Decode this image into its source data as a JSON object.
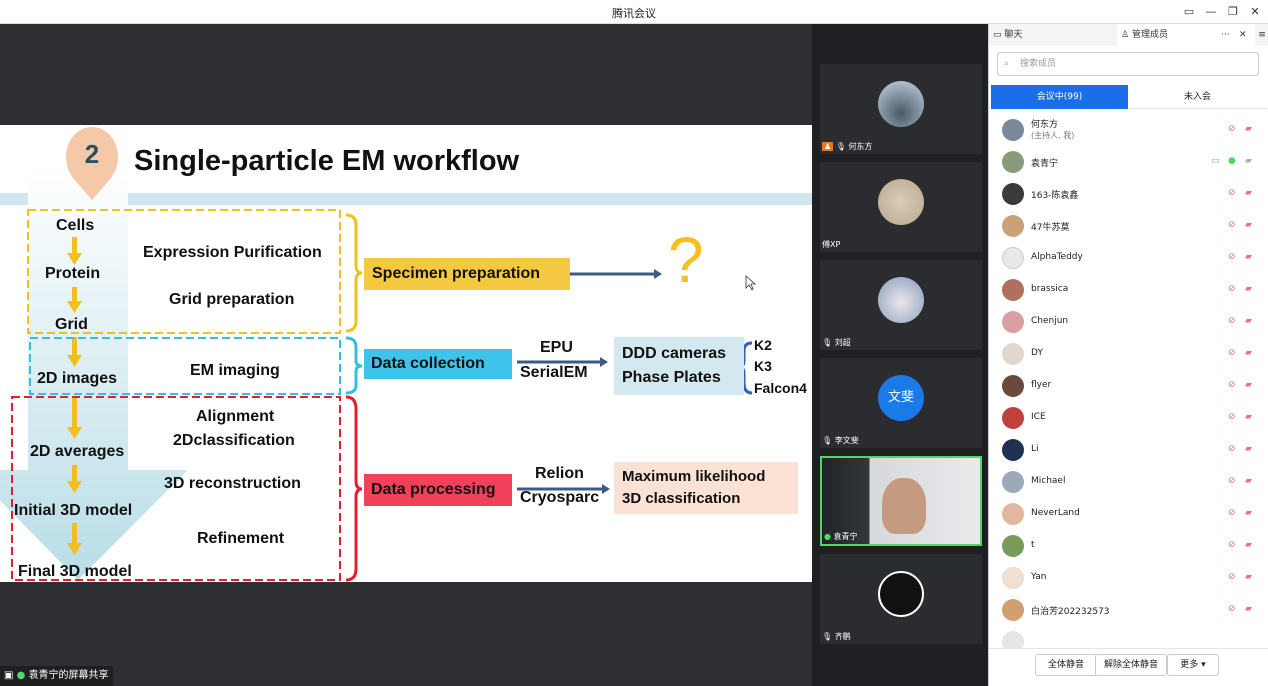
{
  "window": {
    "title": "腾讯会议",
    "min": "—",
    "restore": "❐",
    "close": "✕"
  },
  "slide": {
    "badge": "2",
    "title": "Single-particle EM workflow",
    "left_steps": [
      "Cells",
      "Protein",
      "Grid",
      "2D images",
      "2D averages",
      "Initial 3D model",
      "Final 3D model"
    ],
    "mid": {
      "expr": "Expression Purification",
      "grid": "Grid preparation",
      "em": "EM imaging",
      "align": "Alignment",
      "cls2d": "2Dclassification",
      "recon": "3D reconstruction",
      "refine": "Refinement"
    },
    "boxes": {
      "specimen": "Specimen preparation",
      "collection": "Data  collection",
      "processing": "Data processing"
    },
    "question": "?",
    "epu": "EPU",
    "serialem": "SerialEM",
    "relion": "Relion",
    "cryosparc": "Cryosparc",
    "ddd": "DDD cameras",
    "phase": "Phase Plates",
    "k2": "K2",
    "k3": "K3",
    "falcon": "Falcon4",
    "ml": "Maximum likelihood",
    "cls3d": "3D classification"
  },
  "share_label": "袁青宁的屏幕共享",
  "tiles": [
    {
      "name": "何东方"
    },
    {
      "name": "傅XP"
    },
    {
      "name": "刘超"
    },
    {
      "name": "李文斐",
      "avatar_text": "文斐"
    },
    {
      "name": "袁青宁"
    },
    {
      "name": "齐鹏"
    }
  ],
  "panel": {
    "chat_tab": "聊天",
    "manage_tab": "管理成员",
    "more": "···",
    "close": "✕",
    "menu": "≡",
    "search_placeholder": "搜索成员",
    "in_meeting": "会议中(99)",
    "not_joined": "未入会",
    "members": [
      {
        "name": "何东方",
        "sub": "(主持人, 我)",
        "color": "#7a8a9a"
      },
      {
        "name": "袁青宁",
        "color": "#8a9a7a"
      },
      {
        "name": "163-陈袁鑫",
        "color": "#3a3a3a"
      },
      {
        "name": "47牛苏莫",
        "color": "#c9a27a"
      },
      {
        "name": "AlphaTeddy",
        "color": "#e8e8e8"
      },
      {
        "name": "brassica",
        "color": "#b07060"
      },
      {
        "name": "Chenjun",
        "color": "#d8a0a0"
      },
      {
        "name": "DY",
        "color": "#e0d8d0"
      },
      {
        "name": "flyer",
        "color": "#6a4a3a"
      },
      {
        "name": "ICE",
        "color": "#c04040"
      },
      {
        "name": "Li",
        "color": "#203050"
      },
      {
        "name": "Michael",
        "color": "#9aaab8"
      },
      {
        "name": "NeverLand",
        "color": "#e0b8a0"
      },
      {
        "name": "t",
        "color": "#7a9a5a"
      },
      {
        "name": "Yan",
        "color": "#f0e0d0"
      },
      {
        "name": "白治芳202232573",
        "color": "#d0a070"
      }
    ],
    "mute_all": "全体静音",
    "unmute_all": "解除全体静音",
    "more_btn": "更多 ▾"
  }
}
